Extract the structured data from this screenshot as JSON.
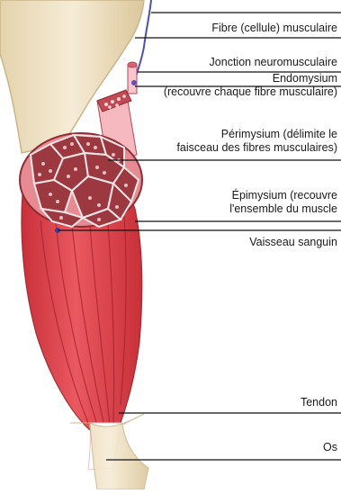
{
  "diagram": {
    "labels": [
      {
        "id": "fibre",
        "lines": [
          "Fibre (cellule) musculaire"
        ]
      },
      {
        "id": "jonction",
        "lines": [
          "Jonction neuromusculaire"
        ]
      },
      {
        "id": "endomysium",
        "lines": [
          "Endomysium",
          "(recouvre chaque fibre musculaire)"
        ]
      },
      {
        "id": "perimysium",
        "lines": [
          "Périmysium (délimite le",
          "faisceau des fibres musculaires)"
        ]
      },
      {
        "id": "epimysium",
        "lines": [
          "Épimysium (recouvre",
          "l'ensemble du muscle"
        ]
      },
      {
        "id": "vaisseau",
        "lines": [
          "Vaisseau sanguin"
        ]
      },
      {
        "id": "tendon",
        "lines": [
          "Tendon"
        ]
      },
      {
        "id": "os",
        "lines": [
          "Os"
        ]
      }
    ]
  },
  "colors": {
    "bone": "#efe2c4",
    "bone_outline": "#c9b58c",
    "muscle": "#e4474f",
    "muscle_dark": "#b02a33",
    "fascicle": "#b9474c",
    "fibre_pink": "#f6b9bf",
    "nerve": "#4b4fb5",
    "leader": "#111111"
  }
}
